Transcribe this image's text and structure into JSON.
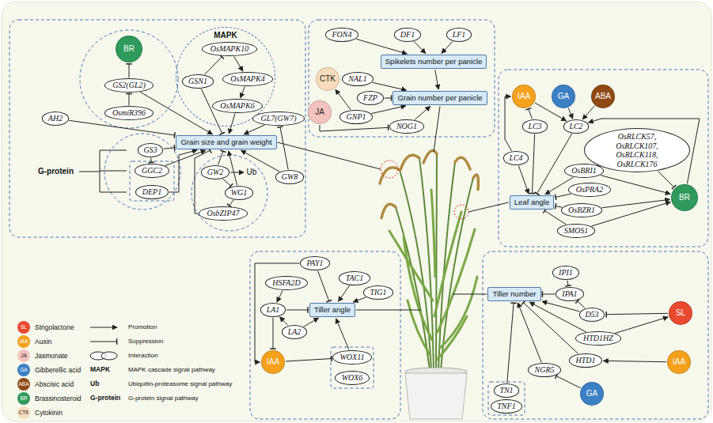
{
  "diagram": {
    "nodes": [
      {
        "text": [
          "BR"
        ]
      },
      {
        "text": [
          "MAPK"
        ]
      },
      {
        "text": [
          "OsMAPK10"
        ],
        "in": 1
      },
      {
        "text": [
          "GSN1"
        ],
        "in": 1
      },
      {
        "text": [
          "OsMAPK4"
        ],
        "in": 1
      },
      {
        "text": [
          "OsMAPK6"
        ],
        "in": 1
      },
      {
        "text": [
          "GS2(GL2)"
        ]
      },
      {
        "text": [
          "OsmiR396"
        ]
      },
      {
        "text": [
          "AH2"
        ]
      },
      {
        "text": [
          "Grain size and grain weight"
        ]
      },
      {
        "text": [
          "GL7(GW7)"
        ]
      },
      {
        "text": [
          "GW8"
        ]
      },
      {
        "text": [
          "GS3"
        ]
      },
      {
        "text": [
          "GGC2"
        ]
      },
      {
        "text": [
          "DEP1"
        ]
      },
      {
        "text": [
          "GW2"
        ]
      },
      {
        "text": [
          "Ub"
        ]
      },
      {
        "text": [
          "WG1"
        ]
      },
      {
        "text": [
          "OsbZIP47"
        ]
      },
      {
        "text": [
          "FON4"
        ]
      },
      {
        "text": [
          "DF1"
        ]
      },
      {
        "text": [
          "LF1"
        ]
      },
      {
        "text": [
          "Spikelets number per panicle"
        ]
      },
      {
        "text": [
          "CTK"
        ]
      },
      {
        "text": [
          "NAL1"
        ]
      },
      {
        "text": [
          "FZP"
        ]
      },
      {
        "text": [
          "Grain number per panicle"
        ]
      },
      {
        "text": [
          "JA"
        ]
      },
      {
        "text": [
          "GNP1"
        ]
      },
      {
        "text": [
          "NOG1"
        ]
      },
      {
        "text": [
          "IAA"
        ]
      },
      {
        "text": [
          "GA"
        ]
      },
      {
        "text": [
          "ABA"
        ]
      },
      {
        "text": [
          "LC3"
        ]
      },
      {
        "text": [
          "LC2"
        ]
      },
      {
        "text": [
          "LC4"
        ]
      },
      {
        "text": [
          "OsRLCK57, OsRLCK107, OsRLCK118, OsRLCK176"
        ]
      },
      {
        "text": [
          "OsBRI1"
        ]
      },
      {
        "text": [
          "Leaf angle"
        ]
      },
      {
        "text": [
          "OsPRA2"
        ]
      },
      {
        "text": [
          "OsBZR1"
        ]
      },
      {
        "text": [
          "SMOS1"
        ]
      },
      {
        "text": [
          "BR"
        ]
      },
      {
        "text": [
          "PAY1"
        ]
      },
      {
        "text": [
          "HSFA2D"
        ]
      },
      {
        "text": [
          "TAC1"
        ]
      },
      {
        "text": [
          "LA1"
        ]
      },
      {
        "text": [
          "Tiller angle"
        ]
      },
      {
        "text": [
          "TIG1"
        ]
      },
      {
        "text": [
          "LA2"
        ]
      },
      {
        "text": [
          "IAA"
        ]
      },
      {
        "text": [
          "WOX11"
        ]
      },
      {
        "text": [
          "WOX6"
        ]
      },
      {
        "text": [
          "IPI1"
        ]
      },
      {
        "text": [
          "Tiller number"
        ]
      },
      {
        "text": [
          "IPA1"
        ]
      },
      {
        "text": [
          "D53"
        ]
      },
      {
        "text": [
          "SL"
        ]
      },
      {
        "text": [
          "HTD1HZ"
        ]
      },
      {
        "text": [
          "HTD1"
        ]
      },
      {
        "text": [
          "IAA"
        ]
      },
      {
        "text": [
          "NGR5"
        ]
      },
      {
        "text": [
          "GA"
        ]
      },
      {
        "text": [
          "TN1"
        ]
      },
      {
        "text": [
          "TNF1"
        ]
      }
    ],
    "edges": [
      {
        "from": 6,
        "to": 0,
        "arrow": "to"
      },
      {
        "from": 7,
        "to": 6,
        "arrow": "to"
      },
      {
        "from": 6,
        "to": 9,
        "arrow": "to"
      },
      {
        "from": 3,
        "to": 2,
        "arrow": "to"
      },
      {
        "from": 2,
        "to": 4,
        "arrow": "to"
      },
      {
        "from": 4,
        "to": 5,
        "arrow": "to"
      },
      {
        "from": 5,
        "to": 9,
        "arrow": "to"
      },
      {
        "from": 3,
        "to": 9,
        "arrow": "to"
      },
      {
        "from": 8,
        "to": 9,
        "arrow": "to"
      },
      {
        "from": 10,
        "to": 9,
        "arrow": "to"
      },
      {
        "from": 11,
        "to": 10,
        "arrow": "to"
      },
      {
        "from": 11,
        "to": 9,
        "arrow": "to"
      },
      {
        "from": 12,
        "to": 9,
        "arrow": "to"
      },
      {
        "from": 12,
        "to": 13,
        "arrow": "to"
      },
      {
        "from": 13,
        "to": 9,
        "arrow": "to"
      },
      {
        "from": 14,
        "to": 9,
        "arrow": "to"
      },
      {
        "from": 15,
        "to": 16,
        "arrow": "to"
      },
      {
        "from": 15,
        "to": 17,
        "arrow": "to"
      },
      {
        "from": 15,
        "to": 9,
        "arrow": "to"
      },
      {
        "from": 17,
        "to": 9,
        "arrow": "to"
      },
      {
        "from": 17,
        "to": 18,
        "arrow": "to"
      },
      {
        "from": 18,
        "to": 9,
        "arrow": "to"
      },
      {
        "from": 19,
        "to": 22,
        "arrow": "to"
      },
      {
        "from": 20,
        "to": 22,
        "arrow": "to"
      },
      {
        "from": 21,
        "to": 22,
        "arrow": "to"
      },
      {
        "from": 22,
        "to": 26,
        "arrow": "to"
      },
      {
        "from": 28,
        "to": 23,
        "arrow": "to"
      },
      {
        "from": 24,
        "to": 26,
        "arrow": "to"
      },
      {
        "from": 25,
        "to": 26,
        "arrow": "to"
      },
      {
        "from": 28,
        "to": 26,
        "arrow": "to"
      },
      {
        "from": 29,
        "to": 26,
        "arrow": "to"
      },
      {
        "from": 27,
        "to": 29,
        "arrow": "to"
      },
      {
        "from": 33,
        "to": 30,
        "arrow": "to"
      },
      {
        "from": 30,
        "to": 34,
        "arrow": "to"
      },
      {
        "from": 31,
        "to": 34,
        "arrow": "to"
      },
      {
        "from": 32,
        "to": 34,
        "arrow": "to"
      },
      {
        "from": 35,
        "to": 30,
        "arrow": "to"
      },
      {
        "from": 35,
        "to": 38,
        "arrow": "to"
      },
      {
        "from": 33,
        "to": 38,
        "arrow": "to"
      },
      {
        "from": 34,
        "to": 38,
        "arrow": "to"
      },
      {
        "from": 36,
        "to": 42,
        "arrow": "to"
      },
      {
        "from": 36,
        "to": 37,
        "arrow": "to"
      },
      {
        "from": 37,
        "to": 38,
        "arrow": "to"
      },
      {
        "from": 37,
        "to": 42,
        "arrow": "to"
      },
      {
        "from": 39,
        "to": 38,
        "arrow": "to"
      },
      {
        "from": 40,
        "to": 38,
        "arrow": "to"
      },
      {
        "from": 41,
        "to": 38,
        "arrow": "to"
      },
      {
        "from": 40,
        "to": 42,
        "arrow": "to"
      },
      {
        "from": 41,
        "to": 42,
        "arrow": "to"
      },
      {
        "from": 42,
        "to": 34,
        "arrow": "to"
      },
      {
        "from": 43,
        "to": 47,
        "arrow": "to"
      },
      {
        "from": 43,
        "to": 50,
        "arrow": "to"
      },
      {
        "from": 44,
        "to": 46,
        "arrow": "to"
      },
      {
        "from": 45,
        "to": 47,
        "arrow": "to"
      },
      {
        "from": 48,
        "to": 47,
        "arrow": "to"
      },
      {
        "from": 46,
        "to": 47,
        "arrow": "to"
      },
      {
        "from": 49,
        "to": 46,
        "arrow": "to"
      },
      {
        "from": 49,
        "to": 47,
        "arrow": "to"
      },
      {
        "from": 46,
        "to": 50,
        "arrow": "to"
      },
      {
        "from": 50,
        "to": 51,
        "arrow": "to"
      },
      {
        "from": 51,
        "to": 47,
        "arrow": "to"
      },
      {
        "from": 53,
        "to": 55,
        "arrow": "to"
      },
      {
        "from": 55,
        "to": 54,
        "arrow": "to"
      },
      {
        "from": 56,
        "to": 55,
        "arrow": "to"
      },
      {
        "from": 56,
        "to": 54,
        "arrow": "to"
      },
      {
        "from": 57,
        "to": 56,
        "arrow": "to"
      },
      {
        "from": 58,
        "to": 57,
        "arrow": "to"
      },
      {
        "from": 58,
        "to": 54,
        "arrow": "to"
      },
      {
        "from": 59,
        "to": 54,
        "arrow": "to"
      },
      {
        "from": 60,
        "to": 59,
        "arrow": "to"
      },
      {
        "from": 62,
        "to": 61,
        "arrow": "to"
      },
      {
        "from": 61,
        "to": 54,
        "arrow": "to"
      },
      {
        "from": 63,
        "to": 54,
        "arrow": "to"
      }
    ],
    "labels": [
      "G-protein",
      "SL",
      "IAA",
      "JA",
      "GA",
      "ABA",
      "BR",
      "CTK",
      "MAPK",
      "Ub",
      "G-protein"
    ],
    "legend": [
      {
        "text": "Strigolactone",
        "color": "#e84a2f"
      },
      {
        "text": "Auxin",
        "color": "#f5a11c"
      },
      {
        "text": "Jasmonate",
        "color": "#f4c3bd"
      },
      {
        "text": "Gibberellic acid",
        "color": "#3b7fc4"
      },
      {
        "text": "Abscisic acid",
        "color": "#8f4a14"
      },
      {
        "text": "Brassinosteroid",
        "color": "#2f9a5b"
      },
      {
        "text": "Cytokinin",
        "color": "#f9dcbc"
      },
      {
        "text": "Promotion"
      },
      {
        "text": "Suppression"
      },
      {
        "text": "Interaction"
      },
      {
        "text": "MAPK cascade signal pathway"
      },
      {
        "text": "Ubiquitin-proteasome signal pathway"
      },
      {
        "text": "G-protein signal pathway"
      }
    ]
  }
}
